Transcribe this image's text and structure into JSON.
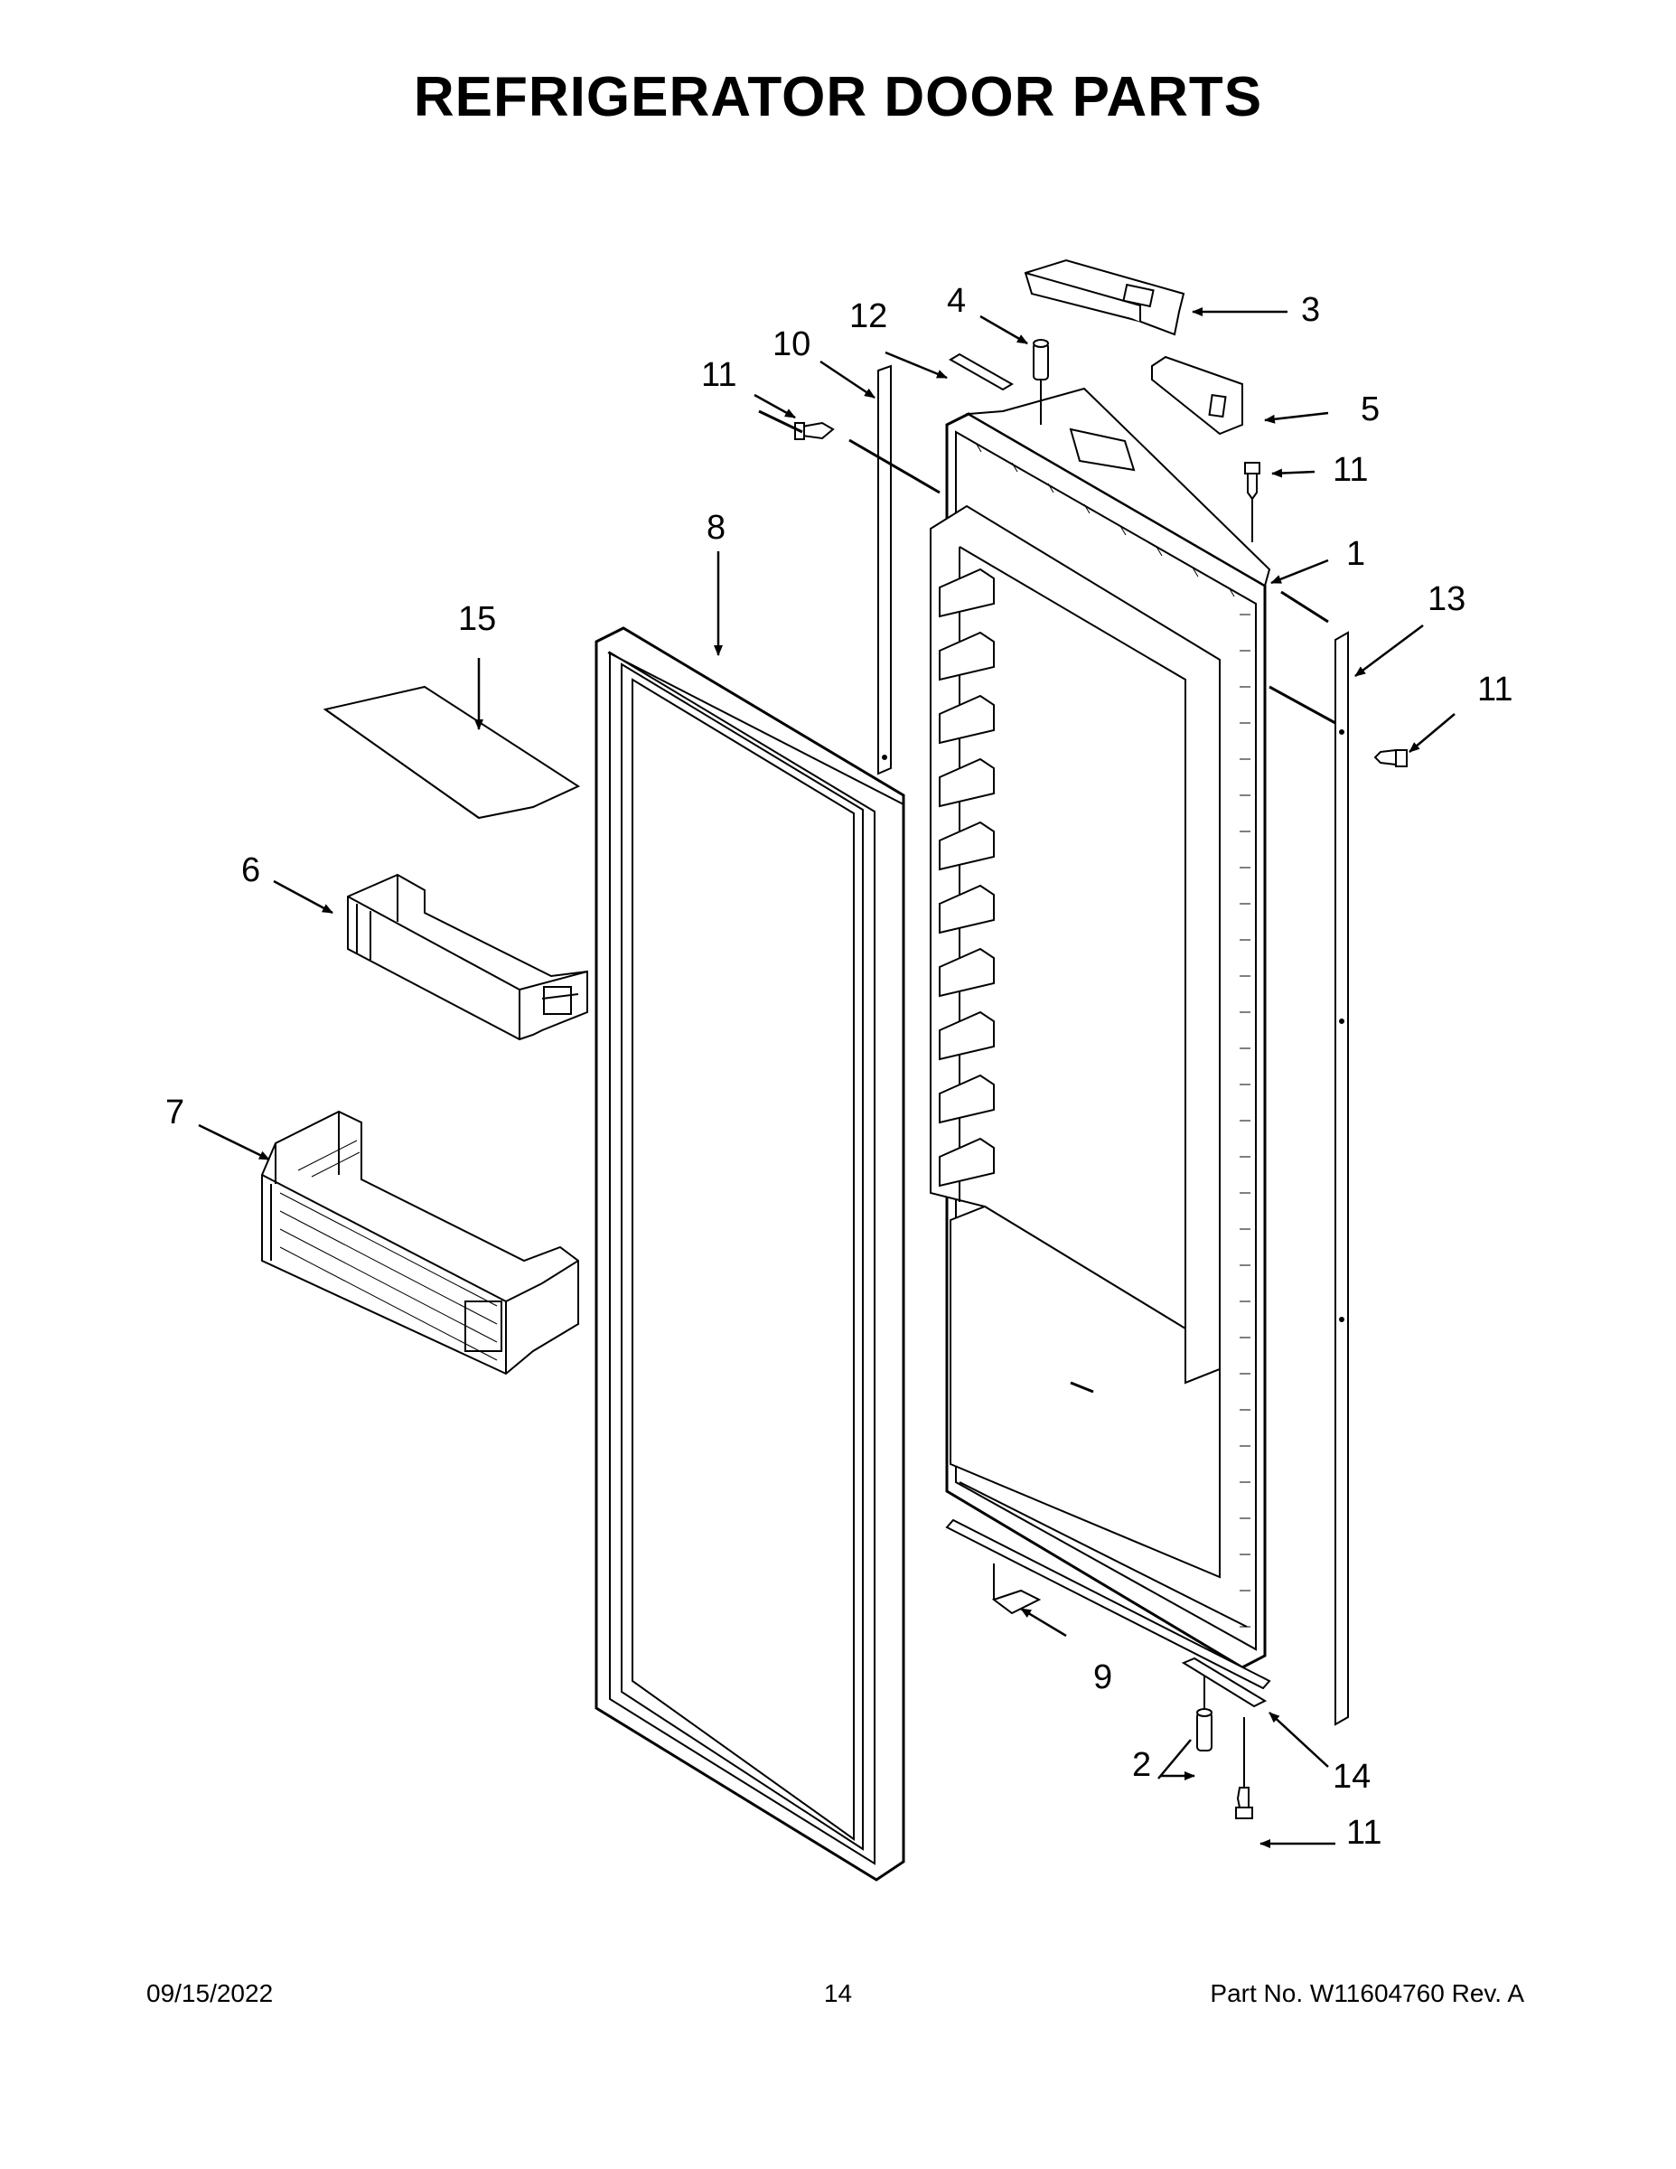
{
  "title": "REFRIGERATOR DOOR PARTS",
  "footer": {
    "date": "09/15/2022",
    "page": "14",
    "part": "Part No.  W11604760   Rev.  A"
  },
  "callouts": {
    "c1": "1",
    "c2": "2",
    "c3": "3",
    "c4": "4",
    "c5": "5",
    "c6": "6",
    "c7": "7",
    "c8": "8",
    "c9": "9",
    "c10": "10",
    "c11a": "11",
    "c11b": "11",
    "c11c": "11",
    "c11d": "11",
    "c12": "12",
    "c13": "13",
    "c14": "14",
    "c15": "15"
  }
}
